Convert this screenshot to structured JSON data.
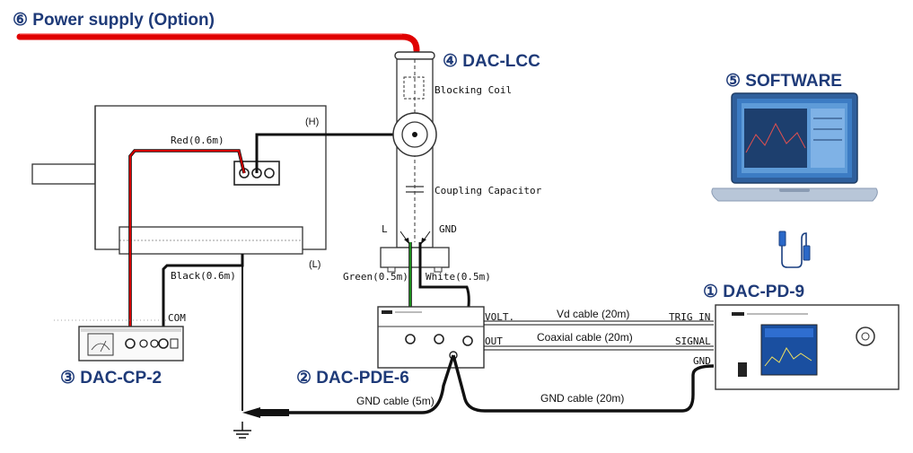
{
  "colors": {
    "title": "#1e3a78",
    "power_line": "#e00000",
    "red_wire": "#d40000",
    "green_wire": "#1a8a1a",
    "cable": "#111111"
  },
  "titles": {
    "power_supply": "⑥ Power supply (Option)",
    "dac_lcc": "④ DAC-LCC",
    "software": "⑤ SOFTWARE",
    "dac_pd9": "① DAC-PD-9",
    "dac_pde6": "② DAC-PDE-6",
    "dac_cp2": "③ DAC-CP-2"
  },
  "labels": {
    "blocking_coil": "Blocking Coil",
    "coupling_capacitor": "Coupling Capacitor",
    "h": "(H)",
    "l_paren": "(L)",
    "red_wire": "Red(0.6m)",
    "black_wire": "Black(0.6m)",
    "com": "COM",
    "l": "L",
    "gnd_lcc": "GND",
    "green_wire": "Green(0.5m)",
    "white_wire": "White(0.5m)",
    "volt": "VOLT.",
    "out": "OUT",
    "vd_cable": "Vd cable (20m)",
    "coaxial_cable": "Coaxial cable (20m)",
    "trig_in": "TRIG IN",
    "signal": "SIGNAL",
    "gnd_pd9": "GND",
    "gnd_cable_5m": "GND cable (5m)",
    "gnd_cable_20m": "GND cable (20m)"
  },
  "icons": [
    "laptop-icon",
    "usb-cable-icon",
    "ground-symbol-icon",
    "knob-icon",
    "analog-meter-icon"
  ]
}
